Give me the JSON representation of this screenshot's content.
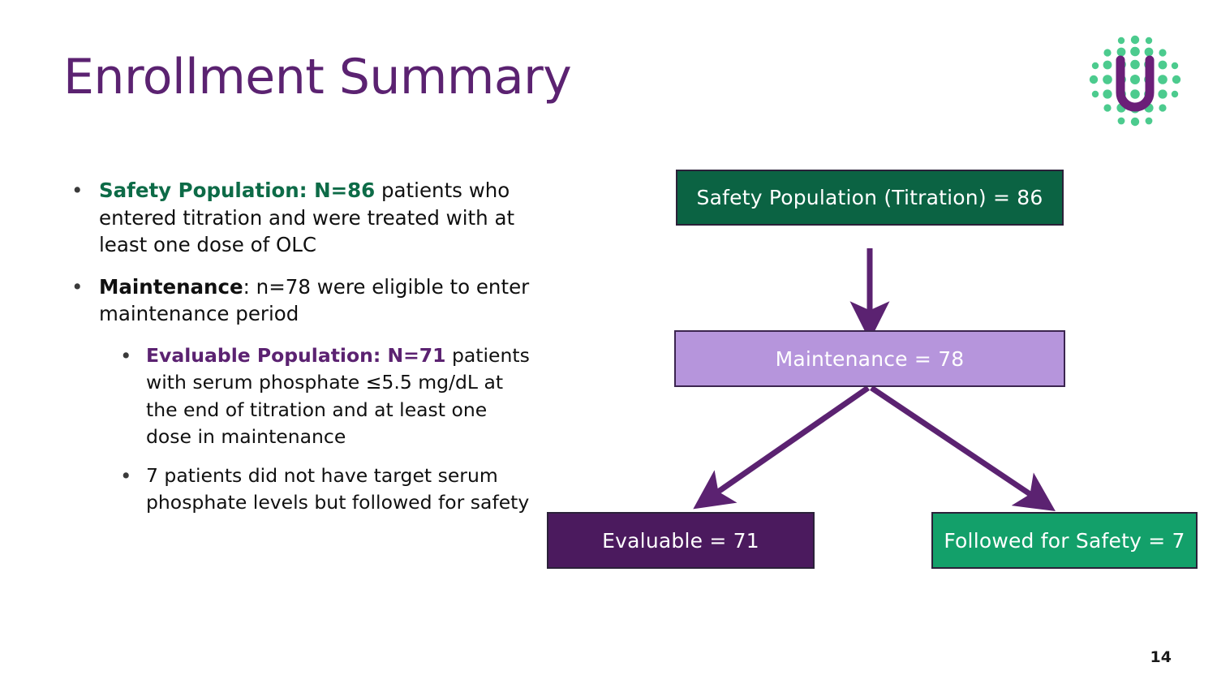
{
  "slide": {
    "title": "Enrollment Summary",
    "page_number": "14",
    "colors": {
      "title_purple": "#5B2271",
      "accent_green": "#0D6B47",
      "node_dark_green": "#0B6343",
      "node_light_purple": "#B695DC",
      "node_dark_purple": "#4B1A5E",
      "node_emerald": "#13A06A",
      "arrow_purple": "#5B2271",
      "border_dark": "#2B2139"
    }
  },
  "logo": {
    "letter": "U",
    "dot_color": "#4CCB8E",
    "letter_color": "#6B1F78"
  },
  "bullets": [
    {
      "marker": "•",
      "level": 1,
      "lead": "Safety Population: N=86",
      "lead_style": "green",
      "rest": " patients who entered titration and were treated with at least one dose of OLC"
    },
    {
      "marker": "•",
      "level": 1,
      "lead": "Maintenance",
      "lead_style": "black",
      "rest": ": n=78 were eligible to enter maintenance period"
    },
    {
      "marker": "•",
      "level": 2,
      "lead": "Evaluable Population: N=71",
      "lead_style": "purple",
      "rest": " patients with serum phosphate ≤5.5 mg/dL at the end of titration and at least one dose in maintenance"
    },
    {
      "marker": "•",
      "level": 2,
      "lead": "",
      "lead_style": "none",
      "rest": "7 patients did not have target serum phosphate levels but followed for safety"
    }
  ],
  "flowchart": {
    "nodes": [
      {
        "id": "safety",
        "label": "Safety Population (Titration) = 86",
        "value": 86
      },
      {
        "id": "maintenance",
        "label": "Maintenance = 78",
        "value": 78
      },
      {
        "id": "evaluable",
        "label": "Evaluable = 71",
        "value": 71
      },
      {
        "id": "followed",
        "label": "Followed for Safety = 7",
        "value": 7
      }
    ],
    "edges": [
      {
        "from": "safety",
        "to": "maintenance"
      },
      {
        "from": "maintenance",
        "to": "evaluable"
      },
      {
        "from": "maintenance",
        "to": "followed"
      }
    ]
  }
}
